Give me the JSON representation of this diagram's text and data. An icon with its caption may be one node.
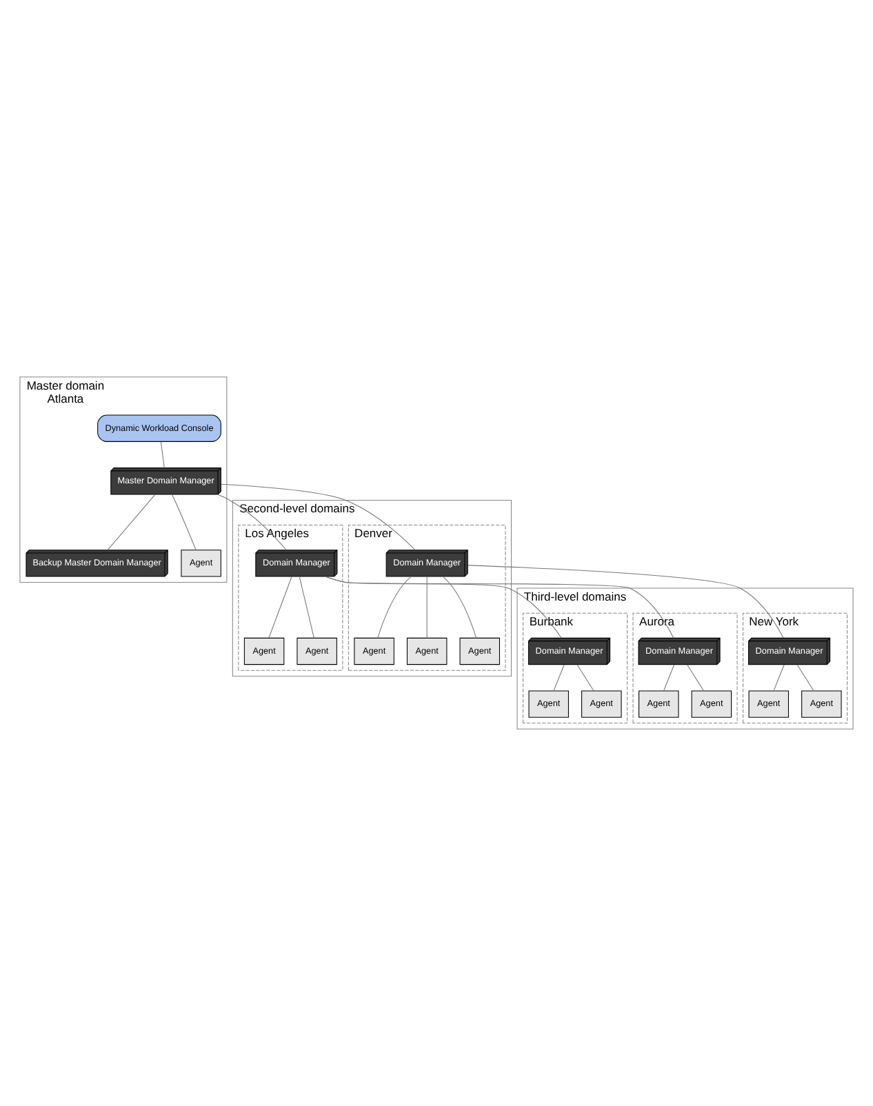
{
  "diagram": {
    "nodes": [
      {
        "text": [
          "Master domain",
          "Atlanta"
        ]
      },
      {
        "text": [
          "Master Domain Manager"
        ],
        "in": 0
      },
      {
        "text": [
          "Backup Master Domain Manager"
        ],
        "in": 0
      },
      {
        "text": [
          "Dynamic Workload Console"
        ],
        "in": 0
      },
      {
        "text": [
          "Agent"
        ],
        "in": 0
      },
      {
        "text": [
          "Second-level domains"
        ]
      },
      {
        "text": [
          "Denver"
        ],
        "in": 5
      },
      {
        "text": [
          "Domain Manager"
        ],
        "in": 6
      },
      {
        "text": [
          "Agent"
        ],
        "in": 6
      },
      {
        "text": [
          "Agent"
        ],
        "in": 6
      },
      {
        "text": [
          "Agent"
        ],
        "in": 6
      },
      {
        "text": [
          "Los Angeles"
        ],
        "in": 5
      },
      {
        "text": [
          "Domain Manager"
        ],
        "in": 11
      },
      {
        "text": [
          "Agent"
        ],
        "in": 11
      },
      {
        "text": [
          "Agent"
        ],
        "in": 11
      },
      {
        "text": [
          "Third-level domains"
        ]
      },
      {
        "text": [
          "New York"
        ],
        "in": 15
      },
      {
        "text": [
          "Domain Manager"
        ],
        "in": 16
      },
      {
        "text": [
          "Agent"
        ],
        "in": 16
      },
      {
        "text": [
          "Agent"
        ],
        "in": 16
      },
      {
        "text": [
          "Aurora"
        ],
        "in": 15
      },
      {
        "text": [
          "Domain Manager"
        ],
        "in": 20
      },
      {
        "text": [
          "Agent"
        ],
        "in": 20
      },
      {
        "text": [
          "Agent"
        ],
        "in": 20
      },
      {
        "text": [
          "Burbank"
        ],
        "in": 15
      },
      {
        "text": [
          "Domain Manager"
        ],
        "in": 24
      },
      {
        "text": [
          "Agent"
        ],
        "in": 24
      },
      {
        "text": [
          "Agent"
        ],
        "in": 24
      }
    ],
    "edges": [
      {
        "from": 3,
        "to": 1,
        "arrow": "none"
      },
      {
        "from": 1,
        "to": 2,
        "arrow": "none"
      },
      {
        "from": 1,
        "to": 4,
        "arrow": "none"
      },
      {
        "from": 1,
        "to": 7,
        "arrow": "none"
      },
      {
        "from": 1,
        "to": 12,
        "arrow": "none"
      },
      {
        "from": 7,
        "to": 8,
        "arrow": "none"
      },
      {
        "from": 7,
        "to": 9,
        "arrow": "none"
      },
      {
        "from": 7,
        "to": 10,
        "arrow": "none"
      },
      {
        "from": 7,
        "to": 17,
        "arrow": "none"
      },
      {
        "from": 12,
        "to": 13,
        "arrow": "none"
      },
      {
        "from": 12,
        "to": 14,
        "arrow": "none"
      },
      {
        "from": 12,
        "to": 21,
        "arrow": "none"
      },
      {
        "from": 12,
        "to": 25,
        "arrow": "none"
      },
      {
        "from": 17,
        "to": 18,
        "arrow": "none"
      },
      {
        "from": 17,
        "to": 19,
        "arrow": "none"
      },
      {
        "from": 21,
        "to": 22,
        "arrow": "none"
      },
      {
        "from": 21,
        "to": 23,
        "arrow": "none"
      },
      {
        "from": 25,
        "to": 26,
        "arrow": "none"
      },
      {
        "from": 25,
        "to": 27,
        "arrow": "none"
      }
    ]
  }
}
